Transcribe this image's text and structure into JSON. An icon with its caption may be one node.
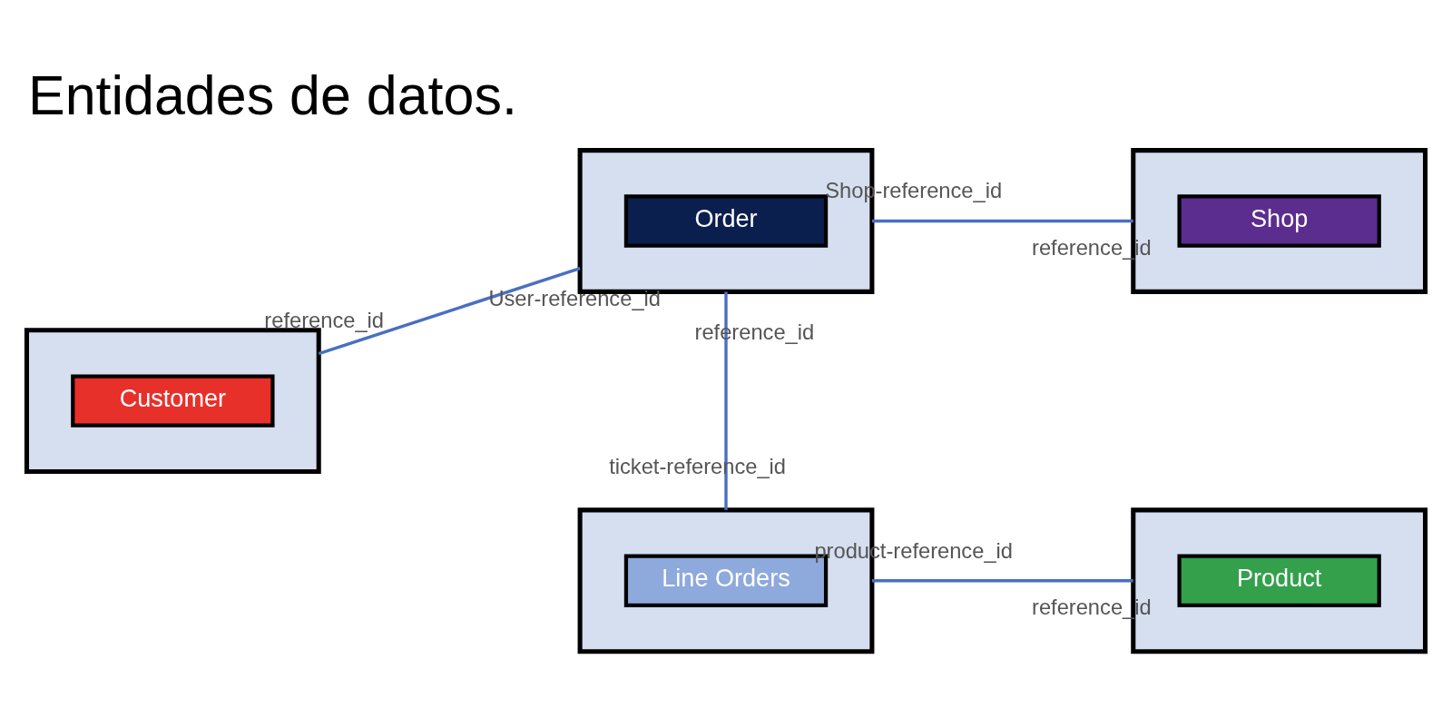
{
  "diagram": {
    "title": "Entidades de datos.",
    "nodes": [
      {
        "text": [],
        "shape": "box"
      },
      {
        "text": [
          "Customer"
        ],
        "in": 0
      },
      {
        "text": [],
        "shape": "box"
      },
      {
        "text": [
          "Order"
        ],
        "in": 2
      },
      {
        "text": [],
        "shape": "box"
      },
      {
        "text": [
          "Shop"
        ],
        "in": 4
      },
      {
        "text": [],
        "shape": "box"
      },
      {
        "text": [
          "Line Orders"
        ],
        "in": 6
      },
      {
        "text": [],
        "shape": "box"
      },
      {
        "text": [
          "Product"
        ],
        "in": 8
      }
    ],
    "edges": [
      {
        "from": 0,
        "to": 2,
        "arrow": "none"
      },
      {
        "from": 2,
        "to": 4,
        "arrow": "none"
      },
      {
        "from": 2,
        "to": 6,
        "arrow": "none"
      },
      {
        "from": 6,
        "to": 8,
        "arrow": "none"
      }
    ],
    "labels": [
      "reference_id",
      "User-reference_id",
      "Shop-reference_id",
      "reference_id",
      "reference_id",
      "ticket-reference_id",
      "product-reference_id",
      "reference_id"
    ]
  }
}
